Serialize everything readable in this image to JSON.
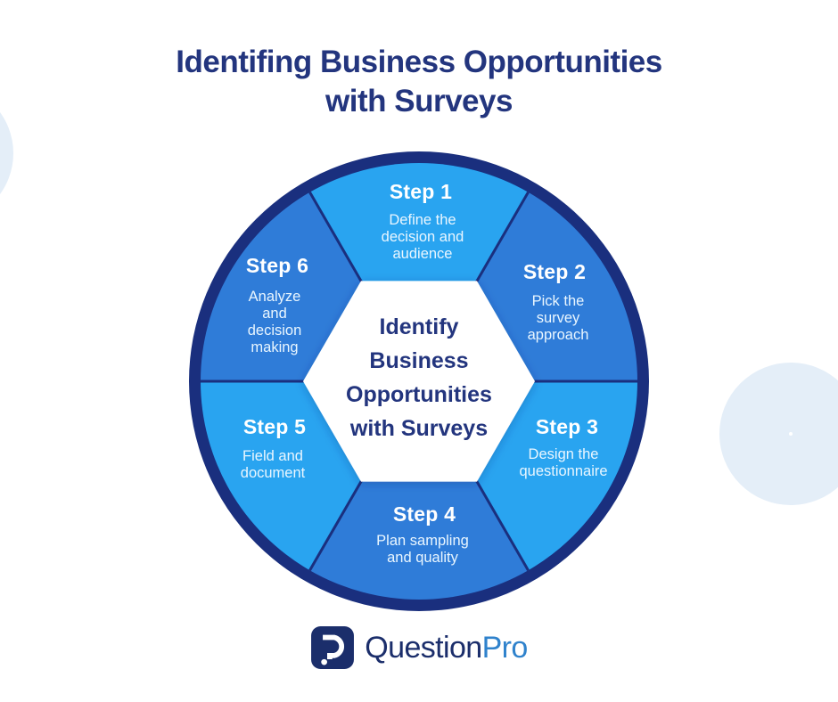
{
  "title": {
    "line1": "Identifing Business Opportunities",
    "line2": "with Surveys"
  },
  "wheel": {
    "center_lines": [
      "Identify",
      "Business",
      "Opportunities",
      "with Surveys"
    ],
    "steps": [
      {
        "label": "Step 1",
        "desc_lines": [
          "Define the",
          "decision and",
          "audience"
        ]
      },
      {
        "label": "Step 2",
        "desc_lines": [
          "Pick the",
          "survey",
          "approach"
        ]
      },
      {
        "label": "Step 3",
        "desc_lines": [
          "Design the",
          "questionnaire"
        ]
      },
      {
        "label": "Step 4",
        "desc_lines": [
          "Plan sampling",
          "and quality"
        ]
      },
      {
        "label": "Step 5",
        "desc_lines": [
          "Field and",
          "document"
        ]
      },
      {
        "label": "Step 6",
        "desc_lines": [
          "Analyze",
          "and",
          "decision",
          "making"
        ]
      }
    ]
  },
  "logo": {
    "icon": "questionpro-p-icon",
    "brand_primary": "Question",
    "brand_secondary": "Pro"
  },
  "colors": {
    "ring_navy": "#1a2f7e",
    "segment_light": "#29a4f0",
    "segment_dark": "#2f7cd8",
    "hexagon_fill": "#ffffff",
    "title_navy": "#23357e",
    "step_text": "#ffffff",
    "decor_ring": "#e4eef8",
    "logo_navy": "#1b2e6b",
    "logo_blue": "#2f82cc"
  }
}
